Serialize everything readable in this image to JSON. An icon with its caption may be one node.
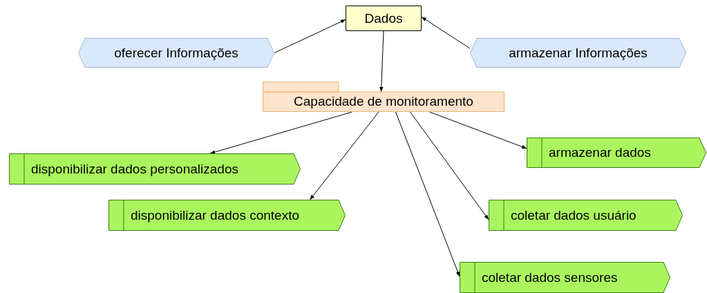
{
  "diagram": {
    "nodes": [
      {
        "text": [
          "Dados"
        ]
      },
      {
        "text": [
          "oferecer Informações"
        ]
      },
      {
        "text": [
          "armazenar Informações"
        ]
      },
      {
        "text": [
          "Capacidade de monitoramento"
        ]
      },
      {
        "text": [
          "disponibilizar dados personalizados"
        ]
      },
      {
        "text": [
          "disponibilizar dados contexto"
        ]
      },
      {
        "text": [
          "armazenar dados"
        ]
      },
      {
        "text": [
          "coletar dados usuário"
        ]
      },
      {
        "text": [
          "coletar dados sensores"
        ]
      }
    ],
    "edges": [
      {
        "from": 1,
        "to": 0,
        "arrow": "to"
      },
      {
        "from": 2,
        "to": 0,
        "arrow": "to"
      },
      {
        "from": 0,
        "to": 3,
        "arrow": "to"
      },
      {
        "from": 3,
        "to": 4,
        "arrow": "to"
      },
      {
        "from": 3,
        "to": 5,
        "arrow": "to"
      },
      {
        "from": 3,
        "to": 6,
        "arrow": "to"
      },
      {
        "from": 3,
        "to": 7,
        "arrow": "to"
      },
      {
        "from": 3,
        "to": 8,
        "arrow": "to"
      }
    ]
  }
}
